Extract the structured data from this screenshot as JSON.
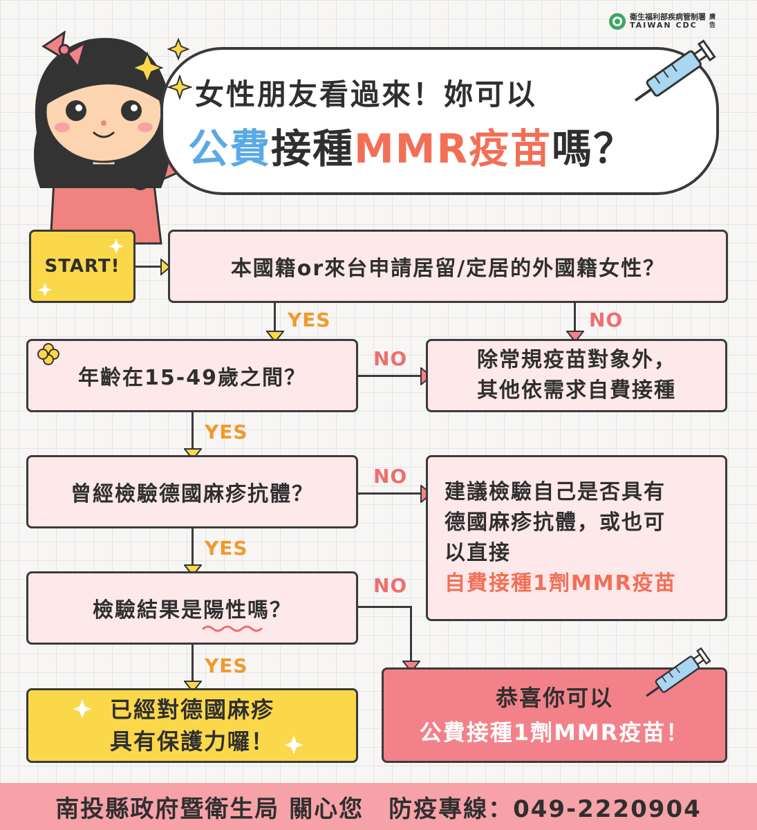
{
  "logo": {
    "line1": "衛生福利部疾病管制署",
    "line2": "TAIWAN CDC",
    "ad": "廣告"
  },
  "headline": {
    "line1": "女性朋友看過來！妳可以",
    "line2_blue": "公費",
    "line2_dark": "接種",
    "line2_orange": "MMR疫苗",
    "line2_end": "嗎？"
  },
  "flow": {
    "start": "START!",
    "q1": "本國籍or來台申請居留/定居的外國籍女性？",
    "q2": "年齡在15-49歲之間？",
    "q3": "曾經檢驗德國麻疹抗體？",
    "q4_a": "檢驗結果是",
    "q4_b": "陽性",
    "q4_c": "嗎？",
    "r1_line1": "除常規疫苗對象外，",
    "r1_line2": "其他依需求自費接種",
    "r2_line1": "建議檢驗自己是否具有",
    "r2_line2": "德國麻疹抗體，或也可",
    "r2_line3": "以直接",
    "r2_line4": "自費接種1劑MMR疫苗",
    "r3_line1": "已經對德國麻疹",
    "r3_line2": "具有保護力囉！",
    "r4_line1": "恭喜你可以",
    "r4_line2": "公費接種1劑MMR疫苗！",
    "yes": "YES",
    "no": "NO"
  },
  "footer": {
    "text": "南投縣政府暨衛生局 關心您　防疫專線：049-2220904"
  },
  "colors": {
    "blue": "#5aa9e6",
    "orange": "#f26f55",
    "pink_box": "#fde8ea",
    "yellow_box": "#fbd84a",
    "red_box": "#f3818a",
    "footer": "#f6a2a8"
  }
}
